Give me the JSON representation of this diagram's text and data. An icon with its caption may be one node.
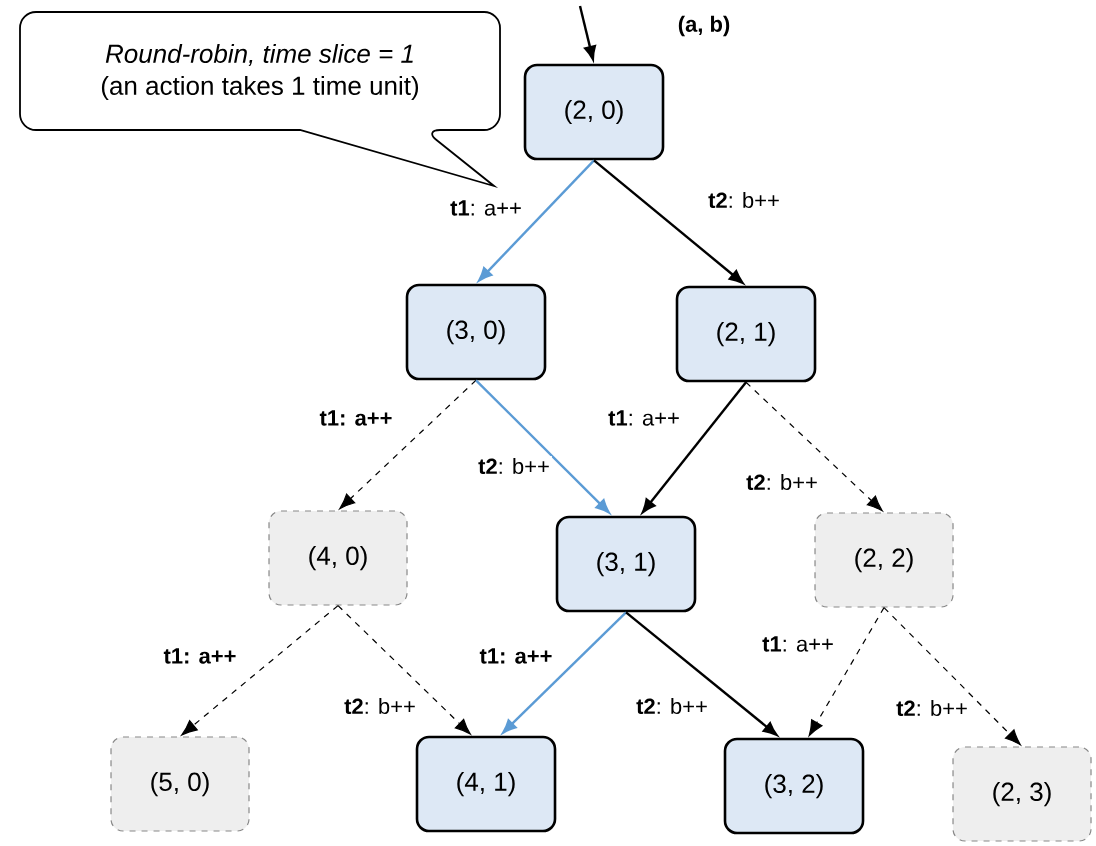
{
  "diagram": {
    "nodes": [
      {
        "text": [
          "Round-robin, time slice = 1",
          "(an action takes 1 time unit)"
        ]
      },
      {
        "text": [
          "(2, 0)"
        ]
      },
      {
        "text": [
          "(3, 0)"
        ]
      },
      {
        "text": [
          "(2, 1)"
        ]
      },
      {
        "text": [
          "(4, 0)"
        ]
      },
      {
        "text": [
          "(3, 1)"
        ]
      },
      {
        "text": [
          "(2, 2)"
        ]
      },
      {
        "text": [
          "(5, 0)"
        ]
      },
      {
        "text": [
          "(4, 1)"
        ]
      },
      {
        "text": [
          "(3, 2)"
        ]
      },
      {
        "text": [
          "(2, 3)"
        ]
      }
    ],
    "edges": [
      {
        "from": null,
        "to": 1,
        "arrow": "to"
      },
      {
        "from": 1,
        "to": 2,
        "arrow": "to",
        "label": "**t1**: a++",
        "color": "#5b9bd5"
      },
      {
        "from": 1,
        "to": 3,
        "arrow": "to",
        "label": "**t2**: b++"
      },
      {
        "from": 2,
        "to": 4,
        "arrow": "to",
        "label": "**t1: a++**",
        "style": "dashed"
      },
      {
        "from": 2,
        "to": 5,
        "arrow": "to",
        "label": "**t2**: b++",
        "color": "#5b9bd5"
      },
      {
        "from": 3,
        "to": 5,
        "arrow": "to",
        "label": "**t1**: a++"
      },
      {
        "from": 3,
        "to": 6,
        "arrow": "to",
        "label": "**t2**: b++",
        "style": "dashed"
      },
      {
        "from": 4,
        "to": 7,
        "arrow": "to",
        "label": "**t1: a++**",
        "style": "dashed"
      },
      {
        "from": 4,
        "to": 8,
        "arrow": "to",
        "label": "**t2**: b++",
        "style": "dashed"
      },
      {
        "from": 5,
        "to": 8,
        "arrow": "to",
        "label": "**t1: a++**",
        "color": "#5b9bd5"
      },
      {
        "from": 5,
        "to": 9,
        "arrow": "to",
        "label": "**t2**: b++"
      },
      {
        "from": 6,
        "to": 9,
        "arrow": "to",
        "label": "**t1**: a++",
        "style": "dashed"
      },
      {
        "from": 6,
        "to": 10,
        "arrow": "to",
        "label": "**t2**: b++",
        "style": "dashed"
      }
    ],
    "labels": [
      "(a, b)"
    ]
  }
}
